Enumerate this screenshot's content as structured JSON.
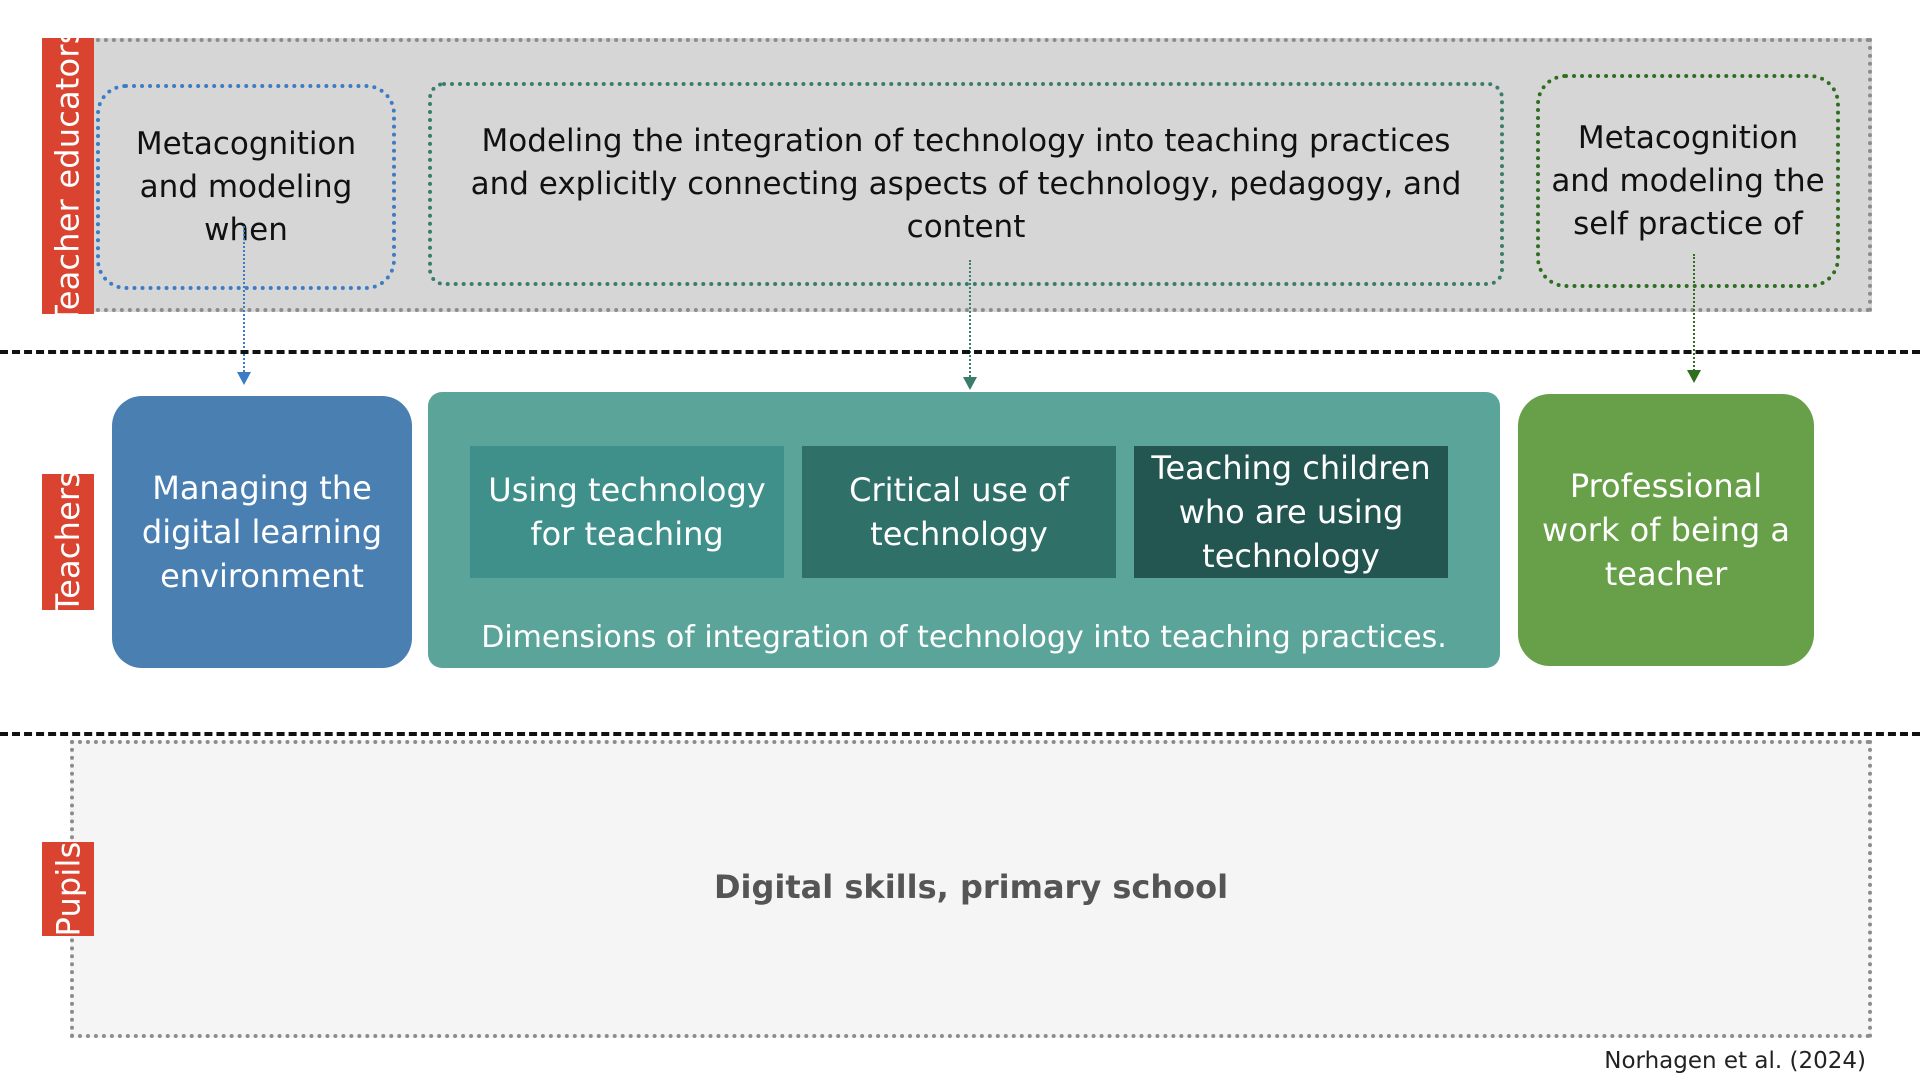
{
  "rows": {
    "educators_label": "Teacher educators",
    "teachers_label": "Teachers",
    "pupils_label": "Pupils"
  },
  "educators": {
    "left_box": "Metacognition and modeling when",
    "center_box": "Modeling the integration of technology into teaching practices and explicitly connecting aspects of technology, pedagogy, and content",
    "right_box": "Metacognition and modeling the self practice of"
  },
  "teachers": {
    "left_box": "Managing the digital learning environment",
    "sub_boxes": [
      "Using technology for teaching",
      "Critical use of technology",
      "Teaching children who are using technology"
    ],
    "center_caption": "Dimensions of integration of technology into teaching practices.",
    "right_box": "Professional work of being a teacher"
  },
  "pupils": {
    "box": "Digital skills, primary school"
  },
  "citation": "Norhagen et al. (2024)",
  "colors": {
    "row_label": "#d9432f",
    "blue": "#4a7fb2",
    "teal": "#5aa49a",
    "green": "#67a048"
  }
}
